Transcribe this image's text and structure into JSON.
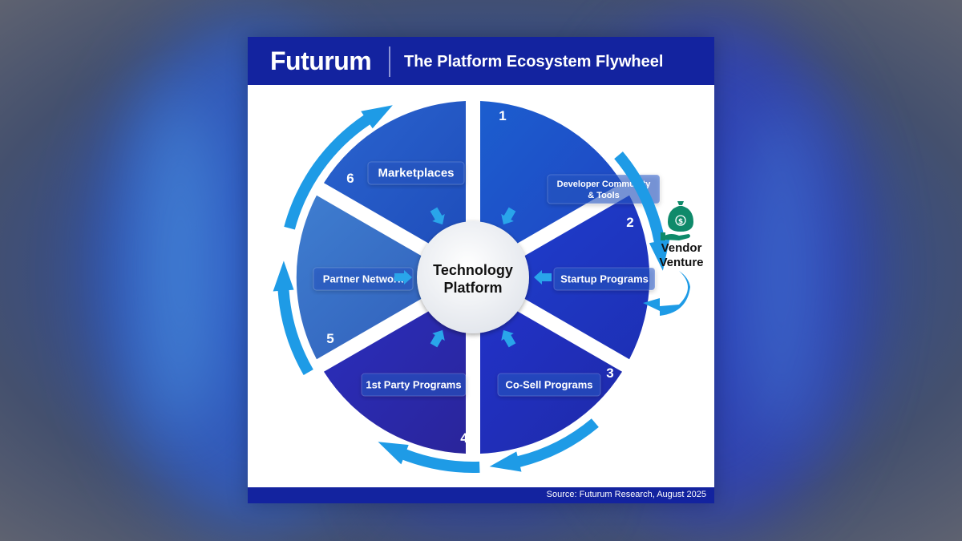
{
  "header": {
    "logo": "Futurum",
    "title": "The Platform Ecosystem Flywheel"
  },
  "hub": {
    "line1": "Technology",
    "line2": "Platform"
  },
  "segments": [
    {
      "number": "1",
      "label_lines": [
        "Developer Community",
        "& Tools"
      ]
    },
    {
      "number": "2",
      "label_lines": [
        "Startup Programs"
      ]
    },
    {
      "number": "3",
      "label_lines": [
        "Co-Sell Programs"
      ]
    },
    {
      "number": "4",
      "label_lines": [
        "1st Party Programs"
      ]
    },
    {
      "number": "5",
      "label_lines": [
        "Partner Network"
      ]
    },
    {
      "number": "6",
      "label_lines": [
        "Marketplaces"
      ]
    }
  ],
  "vendor_venture": {
    "line1": "Vendor",
    "line2": "Venture",
    "icon": "money-bag-hand-icon"
  },
  "footer": {
    "source": "Source: Futurum Research, August 2025"
  },
  "colors": {
    "header": "#13239f",
    "arrow": "#1e9be6",
    "hub_arrow": "#29a5ea",
    "vendor_icon": "#0f8a6a"
  }
}
